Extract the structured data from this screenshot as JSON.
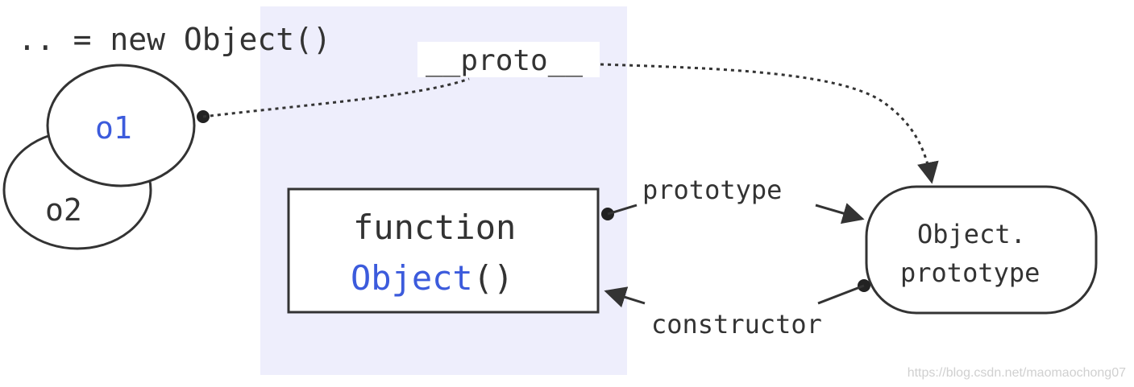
{
  "code_line": ".. = new Object()",
  "proto_label": "__proto__",
  "instances": {
    "front": "o1",
    "back": "o2"
  },
  "function_box": {
    "keyword": "function",
    "name": "Object",
    "parens": "()"
  },
  "prototype_node": {
    "line1": "Object.",
    "line2": "prototype"
  },
  "edge_labels": {
    "prototype": "prototype",
    "constructor": "constructor"
  },
  "watermark": "https://blog.csdn.net/maomaochong07",
  "colors": {
    "highlight_region": "#eeeefc",
    "accent_blue": "#3c5bdc",
    "stroke": "#333333",
    "text": "#333333"
  }
}
